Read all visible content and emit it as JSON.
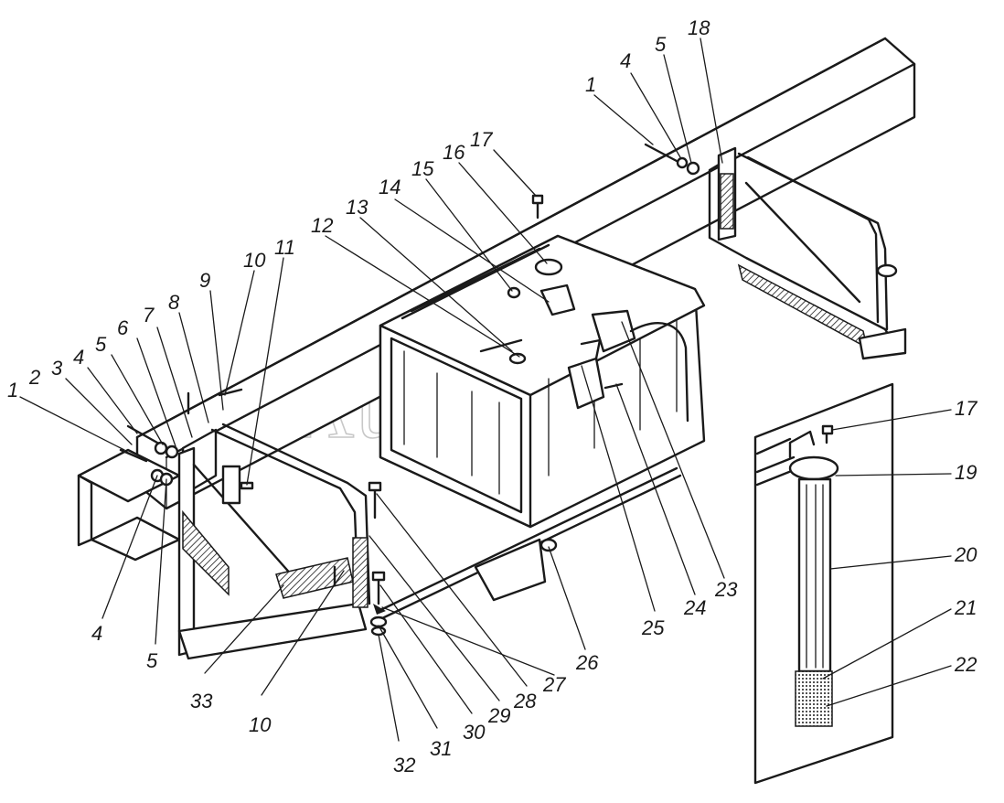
{
  "watermark": "AutoSoft",
  "callouts": [
    {
      "id": "c-1-right",
      "text": "1"
    },
    {
      "id": "c-4-right",
      "text": "4"
    },
    {
      "id": "c-5-right",
      "text": "5"
    },
    {
      "id": "c-18",
      "text": "18"
    },
    {
      "id": "c-17-top",
      "text": "17"
    },
    {
      "id": "c-16",
      "text": "16"
    },
    {
      "id": "c-15",
      "text": "15"
    },
    {
      "id": "c-14",
      "text": "14"
    },
    {
      "id": "c-13",
      "text": "13"
    },
    {
      "id": "c-12",
      "text": "12"
    },
    {
      "id": "c-11",
      "text": "11"
    },
    {
      "id": "c-10-top",
      "text": "10"
    },
    {
      "id": "c-9",
      "text": "9"
    },
    {
      "id": "c-8",
      "text": "8"
    },
    {
      "id": "c-7",
      "text": "7"
    },
    {
      "id": "c-6",
      "text": "6"
    },
    {
      "id": "c-5-left",
      "text": "5"
    },
    {
      "id": "c-4-left",
      "text": "4"
    },
    {
      "id": "c-3",
      "text": "3"
    },
    {
      "id": "c-2",
      "text": "2"
    },
    {
      "id": "c-1-left",
      "text": "1"
    },
    {
      "id": "c-4-bottom",
      "text": "4"
    },
    {
      "id": "c-5-bottom",
      "text": "5"
    },
    {
      "id": "c-33",
      "text": "33"
    },
    {
      "id": "c-10-bottom",
      "text": "10"
    },
    {
      "id": "c-32",
      "text": "32"
    },
    {
      "id": "c-31",
      "text": "31"
    },
    {
      "id": "c-30",
      "text": "30"
    },
    {
      "id": "c-29",
      "text": "29"
    },
    {
      "id": "c-28",
      "text": "28"
    },
    {
      "id": "c-27",
      "text": "27"
    },
    {
      "id": "c-26",
      "text": "26"
    },
    {
      "id": "c-25",
      "text": "25"
    },
    {
      "id": "c-24",
      "text": "24"
    },
    {
      "id": "c-23",
      "text": "23"
    },
    {
      "id": "c-17-inset",
      "text": "17"
    },
    {
      "id": "c-19",
      "text": "19"
    },
    {
      "id": "c-20",
      "text": "20"
    },
    {
      "id": "c-21",
      "text": "21"
    },
    {
      "id": "c-22",
      "text": "22"
    }
  ]
}
